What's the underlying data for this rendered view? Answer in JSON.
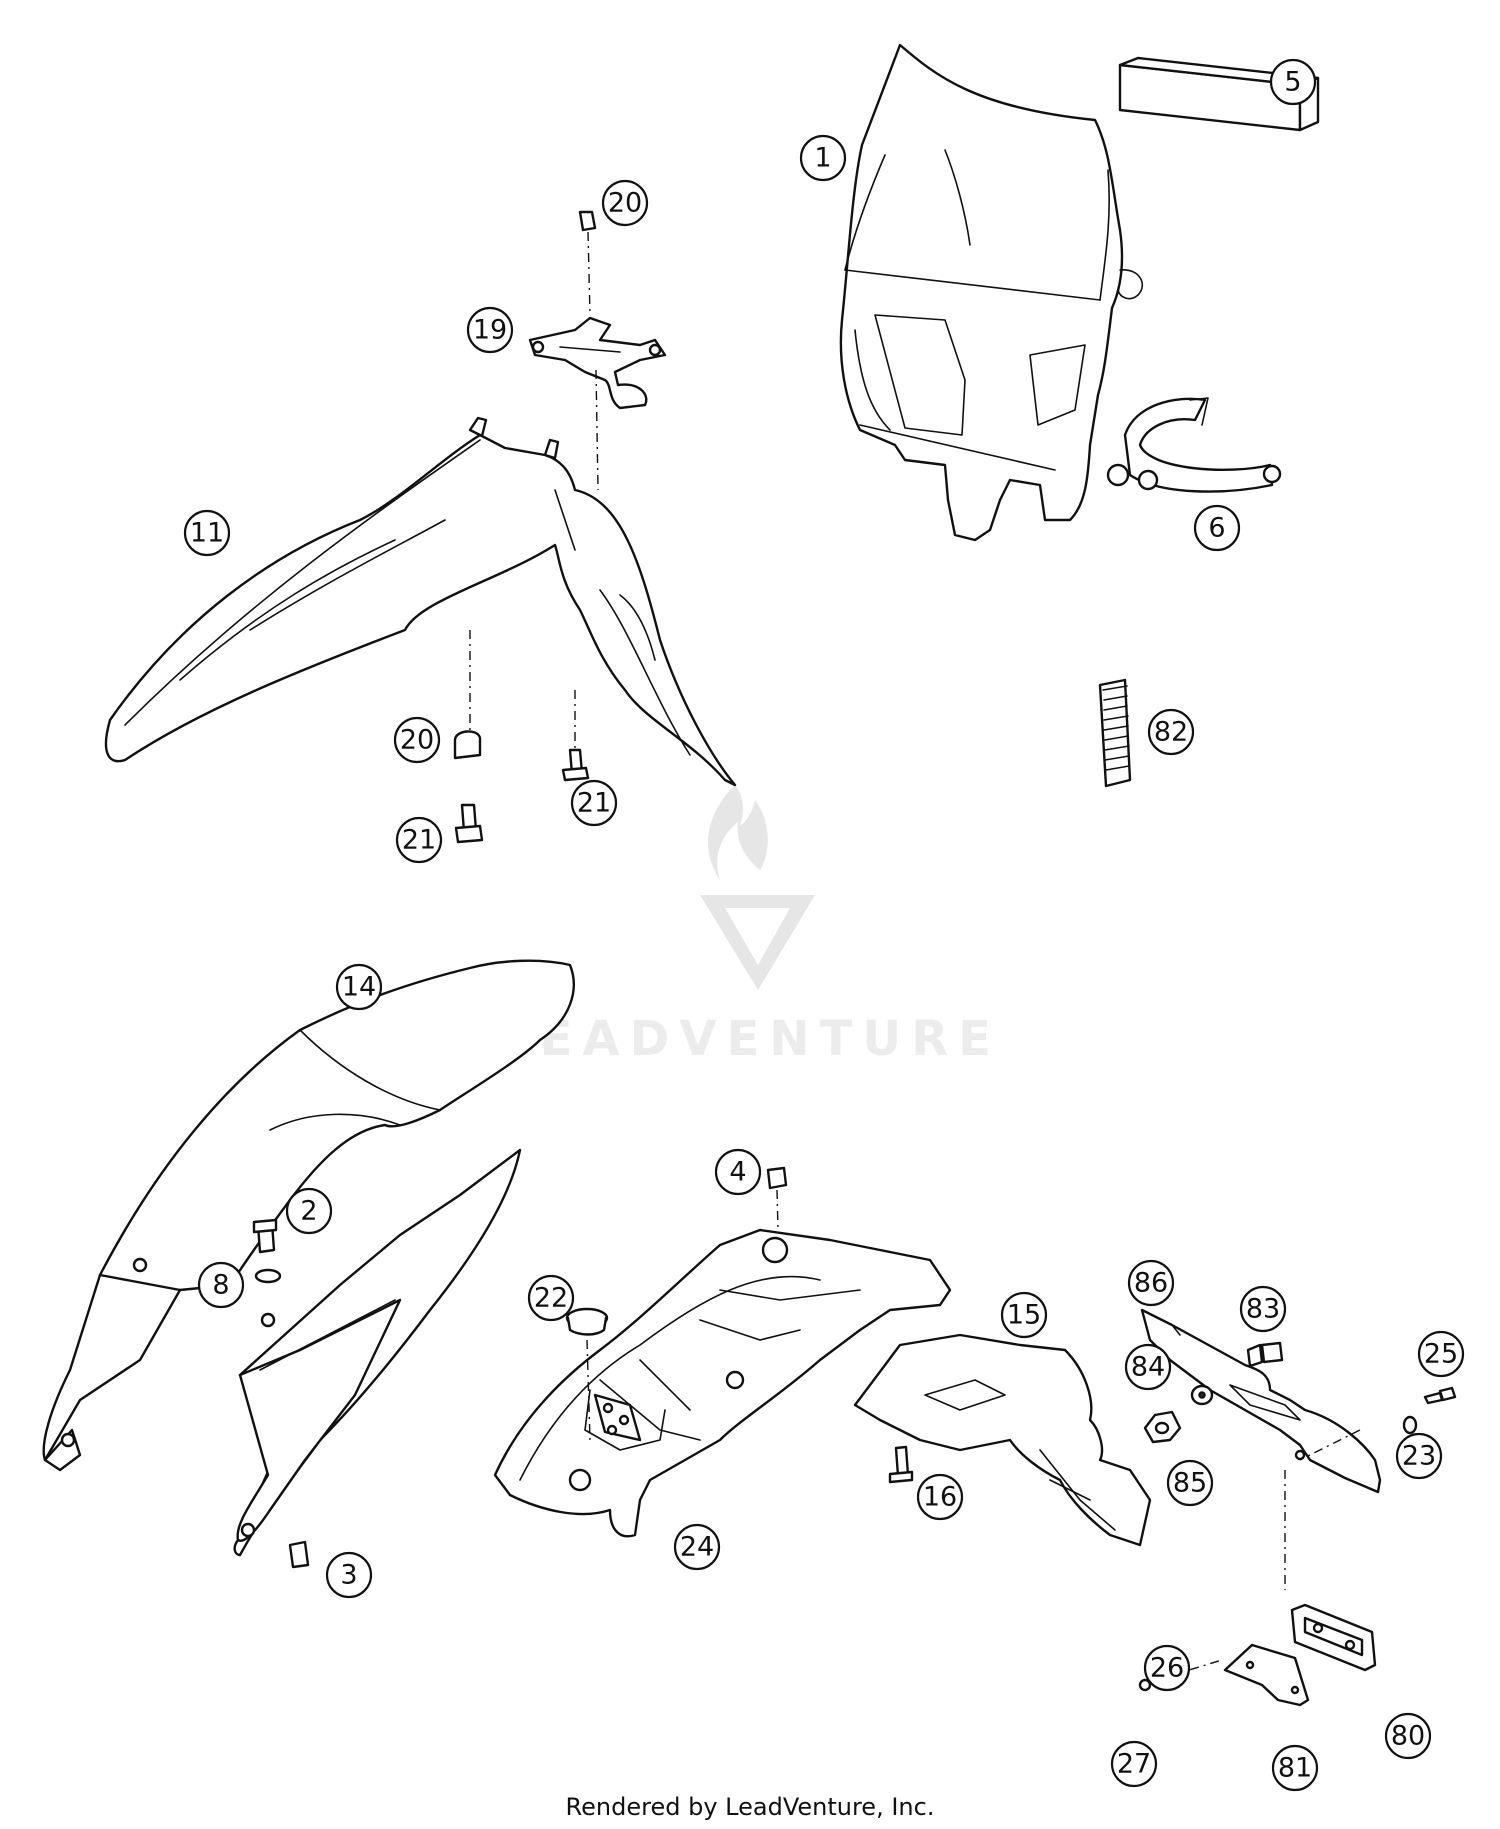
{
  "watermark": {
    "text": "LEADVENTURE"
  },
  "footer": {
    "text": "Rendered by LeadVenture, Inc."
  },
  "callouts": [
    "1",
    "5",
    "20",
    "19",
    "6",
    "11",
    "82",
    "20",
    "21",
    "21",
    "14",
    "2",
    "8",
    "3",
    "4",
    "22",
    "15",
    "86",
    "83",
    "25",
    "84",
    "23",
    "85",
    "16",
    "24",
    "26",
    "80",
    "27",
    "81"
  ]
}
